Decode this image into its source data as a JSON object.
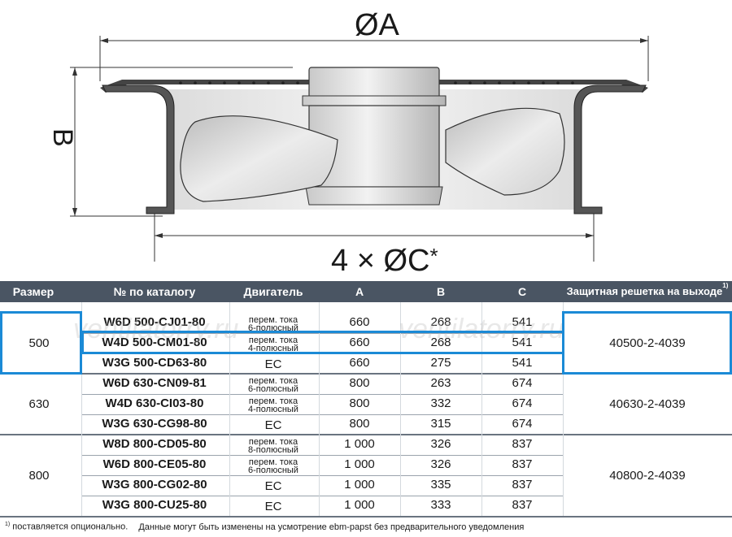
{
  "dimensions": {
    "a": "ØA",
    "b": "B",
    "c": "4 × ØC",
    "c_mark": "*"
  },
  "table": {
    "headers": {
      "size": "Размер",
      "catalog": "№ по каталогу",
      "motor": "Двигатель",
      "a": "A",
      "b": "B",
      "c": "C",
      "grille": "Защитная решетка на выходе",
      "grille_note": "1)"
    },
    "groups": [
      {
        "size": "500",
        "grille": "40500-2-4039",
        "rows": [
          {
            "catalog": "W6D 500-CJ01-80",
            "motor1": "перем. тока",
            "motor2": "6-полюсный",
            "a": "660",
            "b": "268",
            "c": "541"
          },
          {
            "catalog": "W4D 500-CM01-80",
            "motor1": "перем. тока",
            "motor2": "4-полюсный",
            "a": "660",
            "b": "268",
            "c": "541"
          },
          {
            "catalog": "W3G 500-CD63-80",
            "motor1": "EC",
            "motor2": "",
            "a": "660",
            "b": "275",
            "c": "541"
          }
        ]
      },
      {
        "size": "630",
        "grille": "40630-2-4039",
        "rows": [
          {
            "catalog": "W6D 630-CN09-81",
            "motor1": "перем. тока",
            "motor2": "6-полюсный",
            "a": "800",
            "b": "263",
            "c": "674"
          },
          {
            "catalog": "W4D 630-CI03-80",
            "motor1": "перем. тока",
            "motor2": "4-полюсный",
            "a": "800",
            "b": "332",
            "c": "674"
          },
          {
            "catalog": "W3G 630-CG98-80",
            "motor1": "EC",
            "motor2": "",
            "a": "800",
            "b": "315",
            "c": "674"
          }
        ]
      },
      {
        "size": "800",
        "grille": "40800-2-4039",
        "rows": [
          {
            "catalog": "W8D 800-CD05-80",
            "motor1": "перем. тока",
            "motor2": "8-полюсный",
            "a": "1 000",
            "b": "326",
            "c": "837"
          },
          {
            "catalog": "W6D 800-CE05-80",
            "motor1": "перем. тока",
            "motor2": "6-полюсный",
            "a": "1 000",
            "b": "326",
            "c": "837"
          },
          {
            "catalog": "W3G 800-CG02-80",
            "motor1": "EC",
            "motor2": "",
            "a": "1 000",
            "b": "335",
            "c": "837"
          },
          {
            "catalog": "W3G 800-CU25-80",
            "motor1": "EC",
            "motor2": "",
            "a": "1 000",
            "b": "333",
            "c": "837"
          }
        ]
      }
    ]
  },
  "footnote": {
    "mark": "1)",
    "text": "поставляется опционально.",
    "disclaimer": "Данные могут быть изменены на усмотрение ebm-papst без предварительного уведомления"
  },
  "watermark": "ventilatorry.ru",
  "colors": {
    "header_bg": "#4a5563",
    "highlight": "#1b8ad6"
  }
}
